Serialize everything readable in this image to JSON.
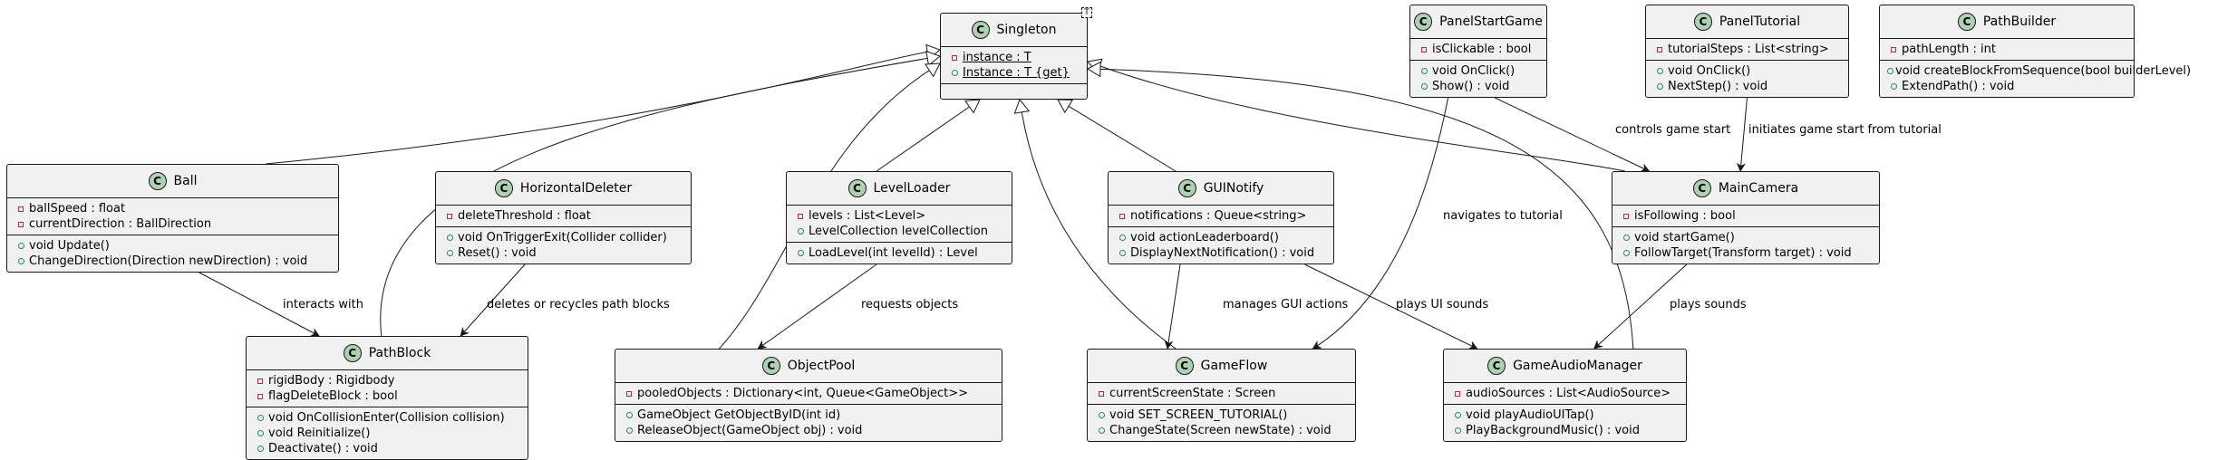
{
  "diagram": {
    "classes": [
      {
        "id": "singleton",
        "name": "Singleton",
        "type_param": "T",
        "attributes": [
          {
            "vis": "-",
            "text": "instance : T",
            "static": true
          },
          {
            "vis": "+",
            "text": "Instance : T {get}",
            "static": true
          }
        ],
        "methods": []
      },
      {
        "id": "panelstartgame",
        "name": "PanelStartGame",
        "attributes": [
          {
            "vis": "-",
            "text": "isClickable : bool"
          }
        ],
        "methods": [
          {
            "vis": "+",
            "text": "void OnClick()"
          },
          {
            "vis": "+",
            "text": "Show() : void"
          }
        ]
      },
      {
        "id": "paneltutorial",
        "name": "PanelTutorial",
        "attributes": [
          {
            "vis": "-",
            "text": "tutorialSteps : List<string>"
          }
        ],
        "methods": [
          {
            "vis": "+",
            "text": "void OnClick()"
          },
          {
            "vis": "+",
            "text": "NextStep() : void"
          }
        ]
      },
      {
        "id": "pathbuilder",
        "name": "PathBuilder",
        "attributes": [
          {
            "vis": "-",
            "text": "pathLength : int"
          }
        ],
        "methods": [
          {
            "vis": "+",
            "text": "void createBlockFromSequence(bool builderLevel)"
          },
          {
            "vis": "+",
            "text": "ExtendPath() : void"
          }
        ]
      },
      {
        "id": "ball",
        "name": "Ball",
        "attributes": [
          {
            "vis": "-",
            "text": "ballSpeed : float"
          },
          {
            "vis": "-",
            "text": "currentDirection : BallDirection"
          }
        ],
        "methods": [
          {
            "vis": "+",
            "text": "void Update()"
          },
          {
            "vis": "+",
            "text": "ChangeDirection(Direction newDirection) : void"
          }
        ]
      },
      {
        "id": "horizontaldeleter",
        "name": "HorizontalDeleter",
        "attributes": [
          {
            "vis": "-",
            "text": "deleteThreshold : float"
          }
        ],
        "methods": [
          {
            "vis": "+",
            "text": "void OnTriggerExit(Collider collider)"
          },
          {
            "vis": "+",
            "text": "Reset() : void"
          }
        ]
      },
      {
        "id": "levelloader",
        "name": "LevelLoader",
        "attributes": [
          {
            "vis": "-",
            "text": "levels : List<Level>"
          },
          {
            "vis": "+",
            "text": "LevelCollection levelCollection"
          }
        ],
        "methods": [
          {
            "vis": "+",
            "text": "LoadLevel(int levelId) : Level"
          }
        ]
      },
      {
        "id": "guinotify",
        "name": "GUINotify",
        "attributes": [
          {
            "vis": "-",
            "text": "notifications : Queue<string>"
          }
        ],
        "methods": [
          {
            "vis": "+",
            "text": "void actionLeaderboard()"
          },
          {
            "vis": "+",
            "text": "DisplayNextNotification() : void"
          }
        ]
      },
      {
        "id": "maincamera",
        "name": "MainCamera",
        "attributes": [
          {
            "vis": "-",
            "text": "isFollowing : bool"
          }
        ],
        "methods": [
          {
            "vis": "+",
            "text": "void startGame()"
          },
          {
            "vis": "+",
            "text": "FollowTarget(Transform target) : void"
          }
        ]
      },
      {
        "id": "pathblock",
        "name": "PathBlock",
        "attributes": [
          {
            "vis": "-",
            "text": "rigidBody : Rigidbody"
          },
          {
            "vis": "-",
            "text": "flagDeleteBlock : bool"
          }
        ],
        "methods": [
          {
            "vis": "+",
            "text": "void OnCollisionEnter(Collision collision)"
          },
          {
            "vis": "+",
            "text": "void Reinitialize()"
          },
          {
            "vis": "+",
            "text": "Deactivate() : void"
          }
        ]
      },
      {
        "id": "objectpool",
        "name": "ObjectPool",
        "attributes": [
          {
            "vis": "-",
            "text": "pooledObjects : Dictionary<int, Queue<GameObject>>"
          }
        ],
        "methods": [
          {
            "vis": "+",
            "text": "GameObject GetObjectByID(int id)"
          },
          {
            "vis": "+",
            "text": "ReleaseObject(GameObject obj) : void"
          }
        ]
      },
      {
        "id": "gameflow",
        "name": "GameFlow",
        "attributes": [
          {
            "vis": "-",
            "text": "currentScreenState : Screen"
          }
        ],
        "methods": [
          {
            "vis": "+",
            "text": "void SET_SCREEN_TUTORIAL()"
          },
          {
            "vis": "+",
            "text": "ChangeState(Screen newState) : void"
          }
        ]
      },
      {
        "id": "gameaudiomanager",
        "name": "GameAudioManager",
        "attributes": [
          {
            "vis": "-",
            "text": "audioSources : List<AudioSource>"
          }
        ],
        "methods": [
          {
            "vis": "+",
            "text": "void playAudioUITap()"
          },
          {
            "vis": "+",
            "text": "PlayBackgroundMusic() : void"
          }
        ]
      }
    ],
    "inheritance": [
      {
        "child": "ball",
        "parent": "singleton"
      },
      {
        "child": "pathblock",
        "parent": "singleton"
      },
      {
        "child": "objectpool",
        "parent": "singleton"
      },
      {
        "child": "levelloader",
        "parent": "singleton"
      },
      {
        "child": "gameflow",
        "parent": "singleton"
      },
      {
        "child": "guinotify",
        "parent": "singleton"
      },
      {
        "child": "maincamera",
        "parent": "singleton"
      },
      {
        "child": "gameaudiomanager",
        "parent": "singleton"
      }
    ],
    "associations": [
      {
        "from": "ball",
        "to": "pathblock",
        "label": "interacts with"
      },
      {
        "from": "horizontaldeleter",
        "to": "pathblock",
        "label": "deletes or recycles path blocks"
      },
      {
        "from": "levelloader",
        "to": "objectpool",
        "label": "requests objects"
      },
      {
        "from": "guinotify",
        "to": "gameflow",
        "label": "manages GUI actions"
      },
      {
        "from": "guinotify",
        "to": "gameaudiomanager",
        "label": "plays UI sounds"
      },
      {
        "from": "panelstartgame",
        "to": "gameflow",
        "label": "navigates to tutorial"
      },
      {
        "from": "panelstartgame",
        "to": "maincamera",
        "label": "controls game start"
      },
      {
        "from": "paneltutorial",
        "to": "maincamera",
        "label": "initiates game start from tutorial"
      },
      {
        "from": "maincamera",
        "to": "gameaudiomanager",
        "label": "plays sounds"
      }
    ]
  }
}
